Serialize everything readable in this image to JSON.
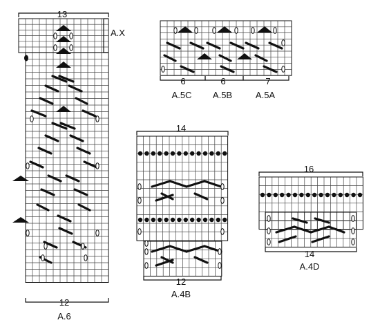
{
  "charts": {
    "a6": {
      "name": "A.6",
      "top_stitch_count": "13",
      "bottom_stitch_count": "12",
      "repeat_label": "A.X"
    },
    "a5": {
      "parts": [
        {
          "name": "A.5C",
          "stitch_count": "6"
        },
        {
          "name": "A.5B",
          "stitch_count": "6"
        },
        {
          "name": "A.5A",
          "stitch_count": "7"
        }
      ]
    },
    "a4b": {
      "name": "A.4B",
      "top_stitch_count": "14",
      "bottom_stitch_count": "12"
    },
    "a4d": {
      "name": "A.4D",
      "top_stitch_count": "16",
      "bottom_stitch_count": "14"
    }
  },
  "symbols": [
    "black-triangle-icon",
    "cable-bar-icon",
    "oval-stitch-icon",
    "purl-dot-icon"
  ],
  "colors": {
    "ink": "#111111",
    "grid": "#444444",
    "background": "#ffffff"
  }
}
